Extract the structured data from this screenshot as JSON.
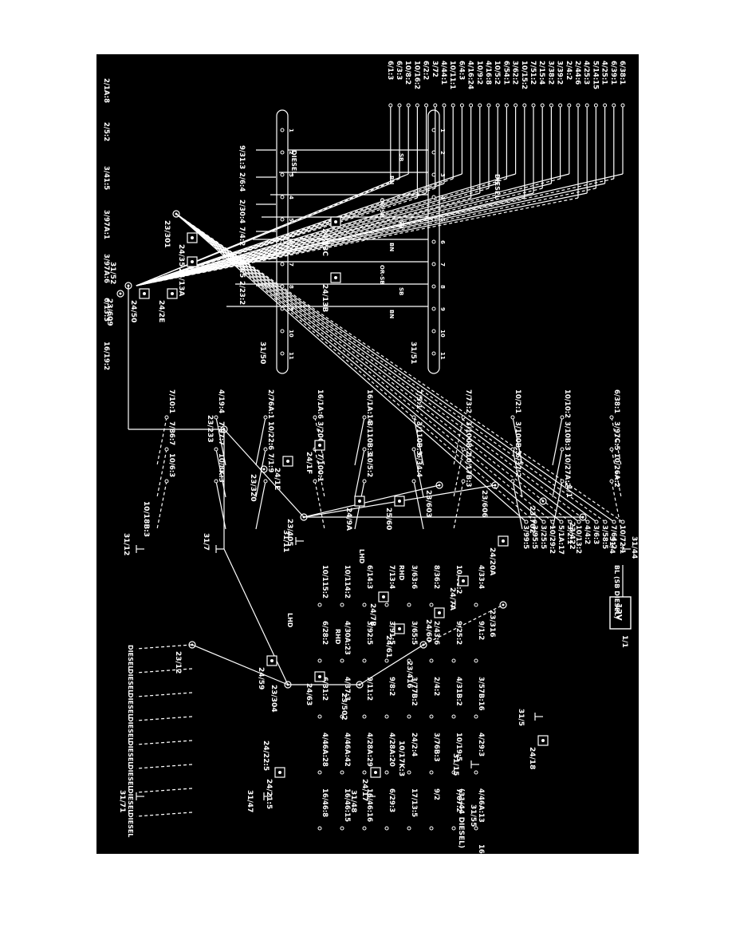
{
  "diagram": {
    "colors": {
      "background": "#000000",
      "line": "#ffffff",
      "page": "#ffffff"
    },
    "ground_points": [
      "31/4",
      "31/44",
      "31/5",
      "31/15",
      "31/55",
      "31/48",
      "31/47",
      "31/71",
      "31/11",
      "31/12",
      "31/7",
      "31/50",
      "31/51",
      "31/52"
    ],
    "splices": [
      "23/233",
      "23/320",
      "23/405",
      "23/603",
      "23/606",
      "23/702",
      "23/422",
      "23/301",
      "23/609",
      "23/416",
      "23/502",
      "23/304",
      "23/12",
      "23/316"
    ],
    "components": [
      "24/13C",
      "24/13B",
      "24/35",
      "24/13A",
      "24/2E",
      "24/50",
      "24/1E",
      "24/1F",
      "25/60",
      "24/9A",
      "24/20A",
      "24/7B",
      "24/60",
      "24/61",
      "24/7A",
      "24/63",
      "24/59",
      "24/18",
      "24/17",
      "24/21:5",
      "24/22:5",
      "10/17K:3",
      "10/18B:3",
      "1/1"
    ],
    "battery_label": "12V",
    "ground_label_diesel": "(31/44 DIESEL)",
    "wire_labels": [
      "SB",
      "BN",
      "OR-SB",
      "BL",
      "BL (SB DIESEL)",
      "DIESEL",
      "LHD",
      "RHD"
    ],
    "connectors_top_left": [
      "6/38:1",
      "6/39:1",
      "4/25:1",
      "5/14:15",
      "4/25:3",
      "2/44:6",
      "2/4:2",
      "3/39:2",
      "3/38:2",
      "2/15:4",
      "7/51:2",
      "10/15:2",
      "3/62:2",
      "6/54:1",
      "10/5:2",
      "4/16:8",
      "10/9:2",
      "4/16:24",
      "6/4:3",
      "10/11:1",
      "4/44:1",
      "3/72",
      "6/2:2",
      "10/16:2",
      "10/8:2",
      "6/3:3",
      "6/1:3"
    ],
    "connectors_top_right": [
      "10/72:1",
      "7/64:2",
      "3/58:5",
      "3/6:3",
      "4/4:2",
      "10/13:2",
      "3/2:1",
      "5/1A:17",
      "10/29:2",
      "3/25:5",
      "3/95:5",
      "3/99:5",
      "9/31:3",
      "2/6:4",
      "2/30:4",
      "7/4:2",
      "3/59:5",
      "2/23:2",
      "2/1A:8",
      "2/5:2",
      "3/41:5",
      "3/97A:1",
      "3/97A:6",
      "6/13:3",
      "16/19:2"
    ],
    "connectors_middle": [
      "6/38:1",
      "10/10:2",
      "10/2:1",
      "7/73:2",
      "7/5:1",
      "16/1A:14",
      "16/1A:6",
      "2/76A:1",
      "4/19:4",
      "7/10:1",
      "3/97C:5",
      "3/10B:3",
      "3/100B:3",
      "3/100B:2",
      "3/110B:3",
      "3/110B:3",
      "3/20C:4",
      "10/22:6",
      "7/97:7",
      "7/86:7",
      "10/26A:2",
      "10/27A:2",
      "6/37:2",
      "10/17B:3",
      "6/34:4",
      "10/5:2",
      "7/100:1",
      "7/1:9",
      "10/8K:3",
      "10/6:3"
    ],
    "connectors_bottom": [
      "4/33:4",
      "10/4C:2",
      "8/36:2",
      "3/63:6",
      "7/13:4",
      "6/14:3",
      "10/114:2",
      "10/115:2",
      "9/1:2",
      "9/25:2",
      "2/43:6",
      "3/65:5",
      "3/91:5",
      "3/92:5",
      "4/30A:23",
      "6/28:2",
      "3/57B:16",
      "4/31B:2",
      "2/4:2",
      "3/77B:2",
      "9/8:2",
      "9/11:2",
      "4/37:3",
      "6/31:2",
      "4/29:3",
      "10/19:5",
      "3/76B:3",
      "24/2:4",
      "4/28A:20",
      "4/28A:29",
      "4/46A:42",
      "4/46A:28",
      "4/46A:13",
      "7/67:2",
      "9/2",
      "17/13:5",
      "6/29:3",
      "16/46:16",
      "16/46:15",
      "16/46:8",
      "16/46:15"
    ]
  }
}
